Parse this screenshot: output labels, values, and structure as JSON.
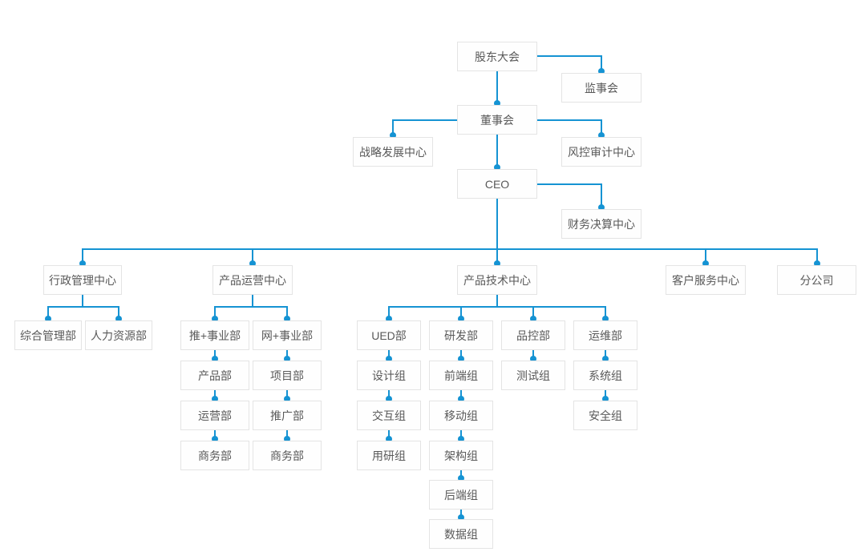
{
  "colors": {
    "accent": "#1593d3",
    "node_border": "#e4e4e4",
    "node_background": "#fefefe",
    "node_text": "#595959",
    "page_background": "#ffffff"
  },
  "org_chart": {
    "type": "organization-chart",
    "nodes": {
      "shareholders": {
        "label": "股东大会",
        "parent": null
      },
      "supervisory": {
        "label": "监事会",
        "parent": "shareholders"
      },
      "board": {
        "label": "董事会",
        "parent": "shareholders"
      },
      "strategy": {
        "label": "战略发展中心",
        "parent": "board"
      },
      "risk_audit": {
        "label": "风控审计中心",
        "parent": "board"
      },
      "ceo": {
        "label": "CEO",
        "parent": "board"
      },
      "finance": {
        "label": "财务决算中心",
        "parent": "ceo"
      },
      "admin_center": {
        "label": "行政管理中心",
        "parent": "ceo"
      },
      "ops_center": {
        "label": "产品运营中心",
        "parent": "ceo"
      },
      "tech_center": {
        "label": "产品技术中心",
        "parent": "ceo"
      },
      "service_center": {
        "label": "客户服务中心",
        "parent": "ceo"
      },
      "branch": {
        "label": "分公司",
        "parent": "ceo"
      },
      "general_mgmt": {
        "label": "综合管理部",
        "parent": "admin_center"
      },
      "hr": {
        "label": "人力资源部",
        "parent": "admin_center"
      },
      "tui_division": {
        "label": "推+事业部",
        "parent": "ops_center"
      },
      "wang_division": {
        "label": "网+事业部",
        "parent": "ops_center"
      },
      "product_dept": {
        "label": "产品部",
        "parent": "tui_division"
      },
      "operation_dept": {
        "label": "运营部",
        "parent": "product_dept"
      },
      "business_dept_1": {
        "label": "商务部",
        "parent": "operation_dept"
      },
      "project_dept": {
        "label": "项目部",
        "parent": "wang_division"
      },
      "promotion_dept": {
        "label": "推广部",
        "parent": "project_dept"
      },
      "business_dept_2": {
        "label": "商务部",
        "parent": "promotion_dept"
      },
      "ued_dept": {
        "label": "UED部",
        "parent": "tech_center"
      },
      "rd_dept": {
        "label": "研发部",
        "parent": "tech_center"
      },
      "qc_dept": {
        "label": "品控部",
        "parent": "tech_center"
      },
      "om_dept": {
        "label": "运维部",
        "parent": "tech_center"
      },
      "design_group": {
        "label": "设计组",
        "parent": "ued_dept"
      },
      "interaction_group": {
        "label": "交互组",
        "parent": "design_group"
      },
      "user_research_group": {
        "label": "用研组",
        "parent": "interaction_group"
      },
      "frontend_group": {
        "label": "前端组",
        "parent": "rd_dept"
      },
      "mobile_group": {
        "label": "移动组",
        "parent": "frontend_group"
      },
      "architecture_group": {
        "label": "架构组",
        "parent": "mobile_group"
      },
      "backend_group": {
        "label": "后端组",
        "parent": "architecture_group"
      },
      "data_group": {
        "label": "数据组",
        "parent": "backend_group"
      },
      "test_group": {
        "label": "测试组",
        "parent": "qc_dept"
      },
      "system_group": {
        "label": "系统组",
        "parent": "om_dept"
      },
      "security_group": {
        "label": "安全组",
        "parent": "system_group"
      }
    }
  }
}
